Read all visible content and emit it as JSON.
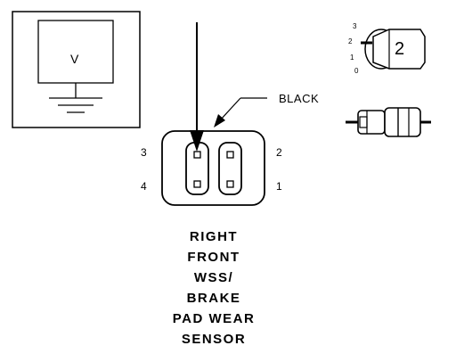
{
  "meter": {
    "label": "V"
  },
  "wire_color": "BLACK",
  "pins": {
    "p1": "1",
    "p2": "2",
    "p3": "3",
    "p4": "4"
  },
  "legend": {
    "position_number": "2",
    "scale": [
      "3",
      "2",
      "1",
      "0"
    ]
  },
  "component_name": [
    "RIGHT",
    "FRONT",
    "WSS/",
    "BRAKE",
    "PAD WEAR",
    "SENSOR"
  ]
}
